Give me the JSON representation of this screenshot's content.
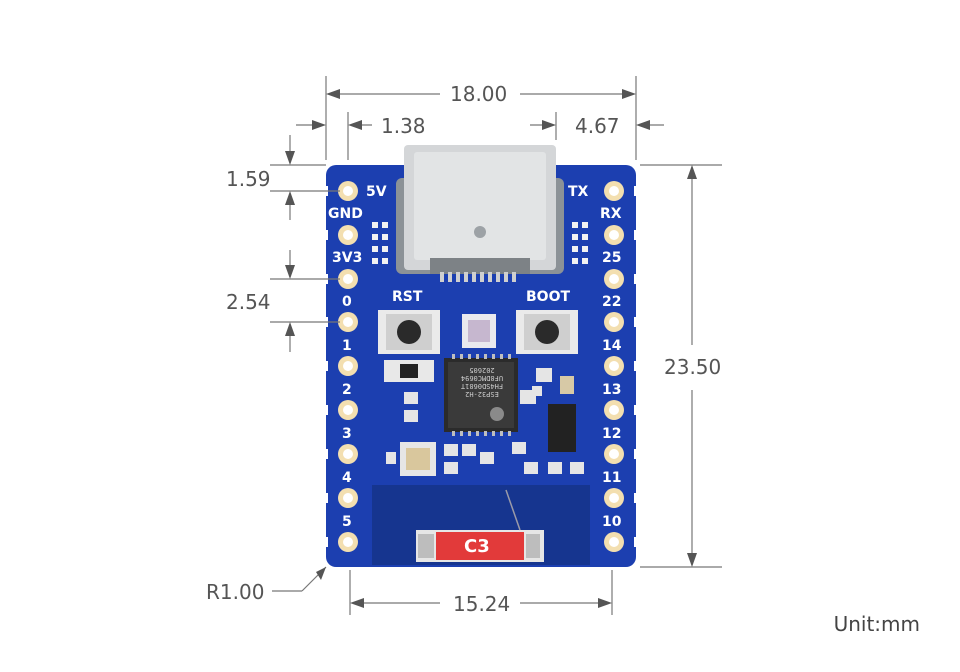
{
  "dimensions": {
    "width_total": "18.00",
    "usb_left_offset": "1.38",
    "usb_right_offset": "4.67",
    "top_pin_offset": "1.59",
    "pin_pitch": "2.54",
    "height_total": "23.50",
    "pin_row_span": "15.24",
    "corner_radius": "R1.00"
  },
  "unit_label": "Unit:mm",
  "board": {
    "left_pins": [
      "5V",
      "GND",
      "3V3",
      "0",
      "1",
      "2",
      "3",
      "4",
      "5"
    ],
    "right_pins": [
      "TX",
      "RX",
      "25",
      "22",
      "14",
      "13",
      "12",
      "11",
      "10"
    ],
    "buttons": {
      "reset": "RST",
      "boot": "BOOT"
    },
    "chip_text": [
      "ESP32-H2",
      "FH4SD0681T",
      "UF8DMC0694",
      "202605"
    ],
    "antenna_label": "C3"
  },
  "colors": {
    "pcb": "#1c3fb0",
    "pad": "#f3dfb0",
    "usb": "#c9cbcd",
    "antenna": "#e23a3a"
  }
}
